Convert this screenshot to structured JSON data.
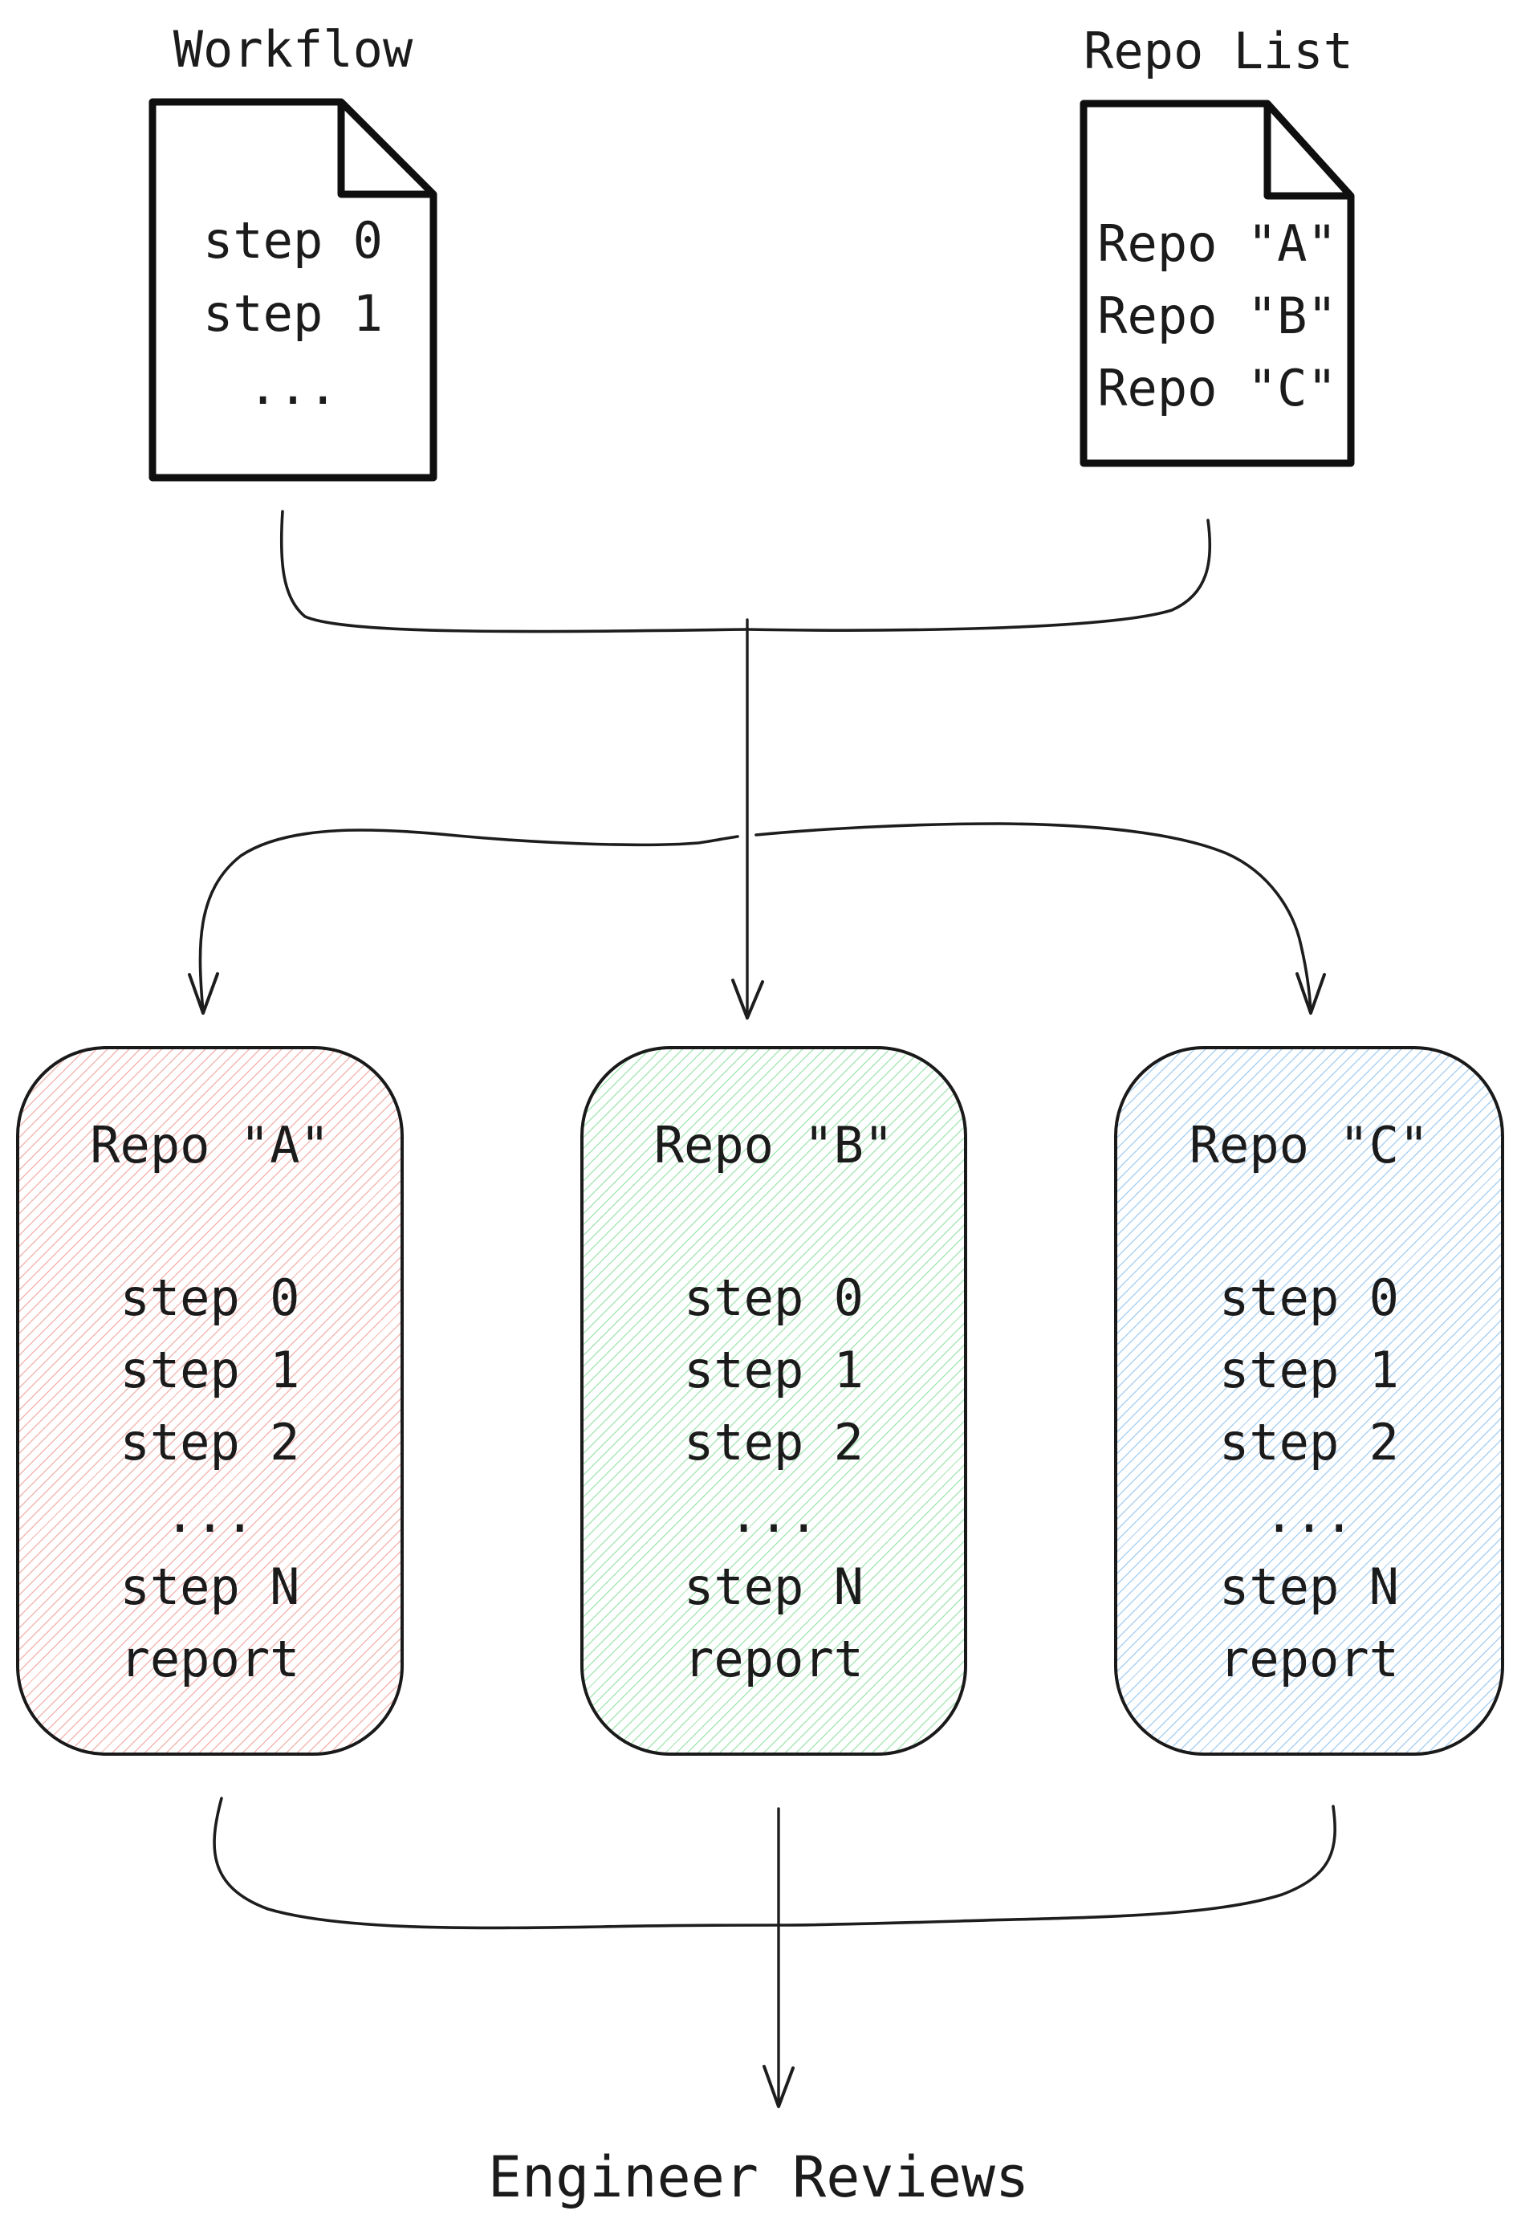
{
  "workflow_doc": {
    "title": "Workflow",
    "lines": [
      "step 0",
      "step 1",
      "..."
    ]
  },
  "repo_list_doc": {
    "title": "Repo List",
    "lines": [
      "Repo \"A\"",
      "Repo \"B\"",
      "Repo \"C\""
    ]
  },
  "repo_cards": [
    {
      "title": "Repo \"A\"",
      "hatch_color": "#f3b7b3",
      "lines": [
        "step 0",
        "step 1",
        "step 2",
        "...",
        "step N",
        "report"
      ]
    },
    {
      "title": "Repo \"B\"",
      "hatch_color": "#a9e7b8",
      "lines": [
        "step 0",
        "step 1",
        "step 2",
        "...",
        "step N",
        "report"
      ]
    },
    {
      "title": "Repo \"C\"",
      "hatch_color": "#abd1f3",
      "lines": [
        "step 0",
        "step 1",
        "step 2",
        "...",
        "step N",
        "report"
      ]
    }
  ],
  "footer_label": "Engineer Reviews",
  "colors": {
    "ink": "#1b1b1b",
    "doc_stroke": "#0f0f0f",
    "card_border": "#1a1a1a",
    "hatch_pink": "#f3b7b3",
    "hatch_green": "#a9e7b8",
    "hatch_blue": "#abd1f3"
  }
}
